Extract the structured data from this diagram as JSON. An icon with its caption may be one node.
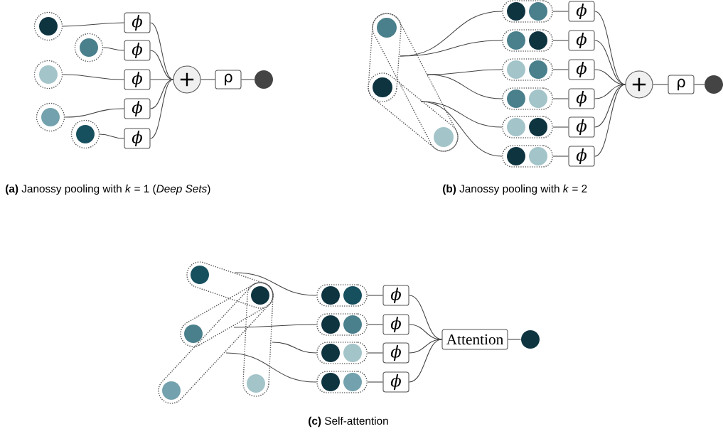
{
  "diagram": {
    "nodes": [
      {
        "text": [],
        "shape": "circle"
      },
      {
        "text": [],
        "shape": "circle"
      },
      {
        "text": [],
        "shape": "circle"
      },
      {
        "text": [],
        "shape": "circle"
      },
      {
        "text": [],
        "shape": "circle"
      },
      {
        "text": [
          "ϕ"
        ]
      },
      {
        "text": [
          "ϕ"
        ]
      },
      {
        "text": [
          "ϕ"
        ]
      },
      {
        "text": [
          "ϕ"
        ]
      },
      {
        "text": [
          "ϕ"
        ]
      },
      {
        "text": [
          "+"
        ]
      },
      {
        "text": [
          "ρ"
        ]
      },
      {
        "text": [],
        "shape": "circle"
      },
      {
        "text": [],
        "shape": "circle"
      },
      {
        "text": [],
        "shape": "circle"
      },
      {
        "text": [],
        "shape": "circle"
      },
      {
        "text": [],
        "shape": "box"
      },
      {
        "text": [],
        "shape": "circle",
        "in": 16
      },
      {
        "text": [],
        "shape": "circle",
        "in": 16
      },
      {
        "text": [],
        "shape": "box"
      },
      {
        "text": [],
        "shape": "circle",
        "in": 19
      },
      {
        "text": [],
        "shape": "circle",
        "in": 19
      },
      {
        "text": [],
        "shape": "box"
      },
      {
        "text": [],
        "shape": "circle",
        "in": 22
      },
      {
        "text": [],
        "shape": "circle",
        "in": 22
      },
      {
        "text": [],
        "shape": "box"
      },
      {
        "text": [],
        "shape": "circle",
        "in": 25
      },
      {
        "text": [],
        "shape": "circle",
        "in": 25
      },
      {
        "text": [],
        "shape": "box"
      },
      {
        "text": [],
        "shape": "circle",
        "in": 28
      },
      {
        "text": [],
        "shape": "circle",
        "in": 28
      },
      {
        "text": [],
        "shape": "box"
      },
      {
        "text": [],
        "shape": "circle",
        "in": 31
      },
      {
        "text": [],
        "shape": "circle",
        "in": 31
      },
      {
        "text": [
          "ϕ"
        ]
      },
      {
        "text": [
          "ϕ"
        ]
      },
      {
        "text": [
          "ϕ"
        ]
      },
      {
        "text": [
          "ϕ"
        ]
      },
      {
        "text": [
          "ϕ"
        ]
      },
      {
        "text": [
          "ϕ"
        ]
      },
      {
        "text": [
          "+"
        ]
      },
      {
        "text": [
          "ρ"
        ]
      },
      {
        "text": [],
        "shape": "circle"
      },
      {
        "text": [],
        "shape": "circle"
      },
      {
        "text": [],
        "shape": "circle"
      },
      {
        "text": [],
        "shape": "circle"
      },
      {
        "text": [],
        "shape": "circle"
      },
      {
        "text": [],
        "shape": "circle"
      },
      {
        "text": [],
        "shape": "box"
      },
      {
        "text": [],
        "shape": "circle",
        "in": 48
      },
      {
        "text": [],
        "shape": "circle",
        "in": 48
      },
      {
        "text": [],
        "shape": "box"
      },
      {
        "text": [],
        "shape": "circle",
        "in": 51
      },
      {
        "text": [],
        "shape": "circle",
        "in": 51
      },
      {
        "text": [],
        "shape": "box"
      },
      {
        "text": [],
        "shape": "circle",
        "in": 54
      },
      {
        "text": [],
        "shape": "circle",
        "in": 54
      },
      {
        "text": [],
        "shape": "box"
      },
      {
        "text": [],
        "shape": "circle",
        "in": 57
      },
      {
        "text": [],
        "shape": "circle",
        "in": 57
      },
      {
        "text": [
          "ϕ"
        ]
      },
      {
        "text": [
          "ϕ"
        ]
      },
      {
        "text": [
          "ϕ"
        ]
      },
      {
        "text": [
          "ϕ"
        ]
      },
      {
        "text": [
          "Attention"
        ]
      },
      {
        "text": [],
        "shape": "circle"
      }
    ],
    "edges": [
      {
        "from": 0,
        "to": 5,
        "arrow": "none"
      },
      {
        "from": 1,
        "to": 6,
        "arrow": "none"
      },
      {
        "from": 2,
        "to": 7,
        "arrow": "none"
      },
      {
        "from": 3,
        "to": 8,
        "arrow": "none"
      },
      {
        "from": 4,
        "to": 9,
        "arrow": "none"
      },
      {
        "from": 5,
        "to": 10,
        "arrow": "none"
      },
      {
        "from": 6,
        "to": 10,
        "arrow": "none"
      },
      {
        "from": 7,
        "to": 10,
        "arrow": "none"
      },
      {
        "from": 8,
        "to": 10,
        "arrow": "none"
      },
      {
        "from": 9,
        "to": 10,
        "arrow": "none"
      },
      {
        "from": 10,
        "to": 11,
        "arrow": "none"
      },
      {
        "from": 11,
        "to": 12,
        "arrow": "none"
      },
      {
        "from": null,
        "to": 16,
        "arrow": "none"
      },
      {
        "from": null,
        "to": 19,
        "arrow": "none"
      },
      {
        "from": null,
        "to": 22,
        "arrow": "none"
      },
      {
        "from": null,
        "to": 25,
        "arrow": "none"
      },
      {
        "from": null,
        "to": 28,
        "arrow": "none"
      },
      {
        "from": null,
        "to": 31,
        "arrow": "none"
      },
      {
        "from": 16,
        "to": 34,
        "arrow": "none"
      },
      {
        "from": 19,
        "to": 35,
        "arrow": "none"
      },
      {
        "from": 22,
        "to": 36,
        "arrow": "none"
      },
      {
        "from": 25,
        "to": 37,
        "arrow": "none"
      },
      {
        "from": 28,
        "to": 38,
        "arrow": "none"
      },
      {
        "from": 31,
        "to": 39,
        "arrow": "none"
      },
      {
        "from": 34,
        "to": 40,
        "arrow": "none"
      },
      {
        "from": 35,
        "to": 40,
        "arrow": "none"
      },
      {
        "from": 36,
        "to": 40,
        "arrow": "none"
      },
      {
        "from": 37,
        "to": 40,
        "arrow": "none"
      },
      {
        "from": 38,
        "to": 40,
        "arrow": "none"
      },
      {
        "from": 39,
        "to": 40,
        "arrow": "none"
      },
      {
        "from": 40,
        "to": 41,
        "arrow": "none"
      },
      {
        "from": 41,
        "to": 42,
        "arrow": "none"
      },
      {
        "from": null,
        "to": 48,
        "arrow": "none"
      },
      {
        "from": null,
        "to": 51,
        "arrow": "none"
      },
      {
        "from": null,
        "to": 54,
        "arrow": "none"
      },
      {
        "from": null,
        "to": 57,
        "arrow": "none"
      },
      {
        "from": 48,
        "to": 60,
        "arrow": "none"
      },
      {
        "from": 51,
        "to": 61,
        "arrow": "none"
      },
      {
        "from": 54,
        "to": 62,
        "arrow": "none"
      },
      {
        "from": 57,
        "to": 63,
        "arrow": "none"
      },
      {
        "from": 60,
        "to": 64,
        "arrow": "none"
      },
      {
        "from": 61,
        "to": 64,
        "arrow": "none"
      },
      {
        "from": 62,
        "to": 64,
        "arrow": "none"
      },
      {
        "from": 63,
        "to": 64,
        "arrow": "none"
      },
      {
        "from": 64,
        "to": 65,
        "arrow": "none"
      }
    ],
    "labels": [
      "**(a)** Janossy pooling with *k* = 1 (*Deep Sets*)",
      "**(b)** Janossy pooling with *k* = 2",
      "**(c)** Self-attention"
    ]
  }
}
